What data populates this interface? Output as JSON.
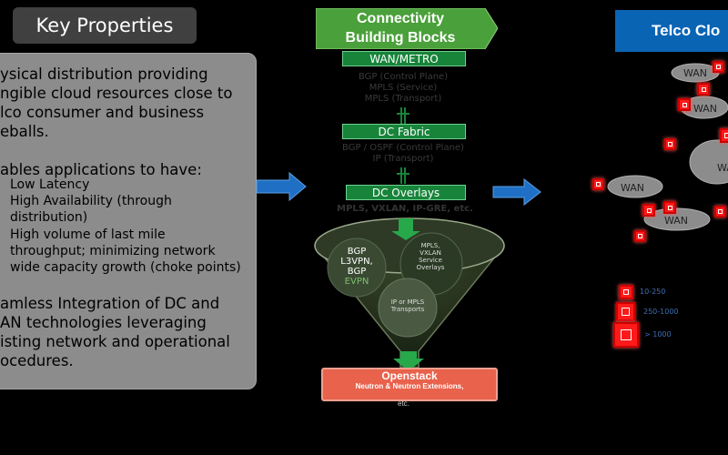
{
  "key_properties": {
    "title": "Key Properties",
    "lines": [
      "ysical distribution providing",
      "ngible cloud resources close to",
      "lco consumer and business",
      "eballs.",
      "ables applications to have:",
      "Low Latency",
      "High Availability (through",
      "distribution)",
      "High volume of last mile",
      "throughput;  minimizing network",
      "wide capacity growth (choke points)",
      "amless Integration of DC and",
      "AN technologies leveraging",
      "isting network and operational",
      "ocedures."
    ]
  },
  "building_blocks": {
    "title_line1": "Connectivity",
    "title_line2": "Building Blocks",
    "wan_label": "WAN/METRO",
    "wan_protocols": [
      "BGP (Control Plane)",
      "MPLS (Service)",
      "MPLS (Transport)"
    ],
    "dc_fabric_label": "DC Fabric",
    "dc_fabric_protocols": [
      "BGP / OSPF (Control Plane)",
      "IP (Transport)"
    ],
    "dc_overlays_label": "DC Overlays",
    "dc_overlays_protocols": "MPLS, VXLAN, IP-GRE, etc.",
    "funnel": {
      "circle1": [
        "BGP",
        "L3VPN,",
        "BGP",
        "EVPN"
      ],
      "circle2": [
        "MPLS,",
        "VXLAN",
        "Service",
        "Overlays"
      ],
      "circle3": [
        "IP or MPLS",
        "Transports"
      ]
    },
    "openstack_title": "Openstack",
    "openstack_subtitle": "Neutron & Neutron Extensions,",
    "openstack_tail": "etc."
  },
  "telco_cloud": {
    "title": "Telco Clo",
    "clouds": [
      "WAN",
      "WAN",
      "WAN",
      "WAN",
      "WAN"
    ],
    "legend": [
      "10-250",
      "250-1000",
      "> 1000"
    ]
  },
  "colors": {
    "green": "#17843a",
    "blue_arrow": "#1f6fc4",
    "telco_blue": "#0a64b4",
    "openstack": "#e8624c",
    "node_red": "#ff1a1a"
  }
}
